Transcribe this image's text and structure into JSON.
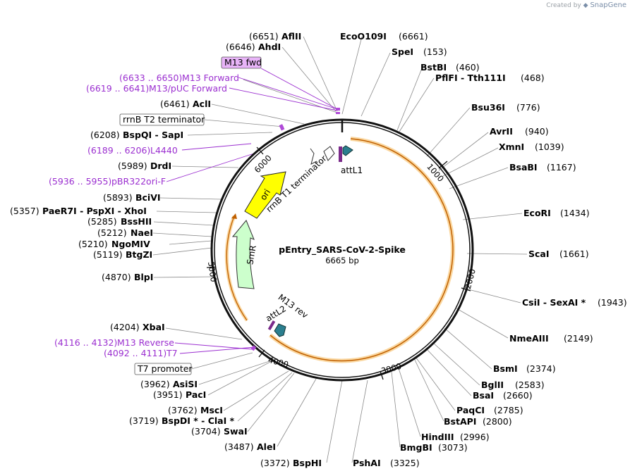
{
  "watermark": {
    "prefix": "Created by",
    "brand": "SnapGene"
  },
  "plasmid": {
    "name": "pEntry_SARS-CoV-2-Spike",
    "length_label": "6665 bp"
  },
  "ring_ticks": [
    "1000",
    "2000",
    "3000",
    "4000",
    "5000",
    "6000"
  ],
  "features": {
    "attL1": "attL1",
    "attL2": "attL2",
    "rrnB_T1": "rrnB T1 terminator",
    "ori": "ori",
    "SmR": "SmR",
    "M13_rev": "M13 rev"
  },
  "sites": [
    {
      "name": "EcoO109I",
      "pos": "(6661)"
    },
    {
      "name": "SpeI",
      "pos": "(153)"
    },
    {
      "name": "BstBI",
      "pos": "(460)"
    },
    {
      "name": "PflFI - Tth111I",
      "pos": "(468)"
    },
    {
      "name": "Bsu36I",
      "pos": "(776)"
    },
    {
      "name": "AvrII",
      "pos": "(940)"
    },
    {
      "name": "XmnI",
      "pos": "(1039)"
    },
    {
      "name": "BsaBI",
      "pos": "(1167)"
    },
    {
      "name": "EcoRI",
      "pos": "(1434)"
    },
    {
      "name": "ScaI",
      "pos": "(1661)"
    },
    {
      "name": "CsiI - SexAI *",
      "pos": "(1943)"
    },
    {
      "name": "NmeAIII",
      "pos": "(2149)"
    },
    {
      "name": "BsmI",
      "pos": "(2374)"
    },
    {
      "name": "BglII",
      "pos": "(2583)"
    },
    {
      "name": "BsaI",
      "pos": "(2660)"
    },
    {
      "name": "PaqCI",
      "pos": "(2785)"
    },
    {
      "name": "BstAPI",
      "pos": "(2800)"
    },
    {
      "name": "HindIII",
      "pos": "(2996)"
    },
    {
      "name": "BmgBI",
      "pos": "(3073)"
    },
    {
      "name": "PshAI",
      "pos": "(3325)"
    },
    {
      "name": "BspHI",
      "pos": "(3372)"
    },
    {
      "name": "AleI",
      "pos": "(3487)"
    },
    {
      "name": "SwaI",
      "pos": "(3704)"
    },
    {
      "name": "BspDI * - ClaI *",
      "pos": "(3719)"
    },
    {
      "name": "MscI",
      "pos": "(3762)"
    },
    {
      "name": "PacI",
      "pos": "(3951)"
    },
    {
      "name": "AsiSI",
      "pos": "(3962)"
    },
    {
      "name": "XbaI",
      "pos": "(4204)"
    },
    {
      "name": "BlpI",
      "pos": "(4870)"
    },
    {
      "name": "BtgZI",
      "pos": "(5119)"
    },
    {
      "name": "NgoMIV",
      "pos": "(5210)"
    },
    {
      "name": "NaeI",
      "pos": "(5212)"
    },
    {
      "name": "BssHII",
      "pos": "(5285)"
    },
    {
      "name": "PaeR7I - PspXI - XhoI",
      "pos": "(5357)"
    },
    {
      "name": "BciVI",
      "pos": "(5893)"
    },
    {
      "name": "DrdI",
      "pos": "(5989)"
    },
    {
      "name": "BspQI - SapI",
      "pos": "(6208)"
    },
    {
      "name": "AclI",
      "pos": "(6461)"
    },
    {
      "name": "AhdI",
      "pos": "(6646)"
    },
    {
      "name": "AflII",
      "pos": "(6651)"
    }
  ],
  "primers": [
    {
      "name": "M13 Forward",
      "range": "(6633 .. 6650)"
    },
    {
      "name": "M13/pUC Forward",
      "range": "(6619 .. 6641)"
    },
    {
      "name": "L4440",
      "range": "(6189 .. 6206)"
    },
    {
      "name": "pBR322ori-F",
      "range": "(5936 .. 5955)"
    },
    {
      "name": "M13 Reverse",
      "range": "(4116 .. 4132)"
    },
    {
      "name": "T7",
      "range": "(4092 .. 4111)"
    }
  ],
  "boxed": {
    "m13fwd": "M13 fwd",
    "rrnB_T2": "rrnB T2 terminator",
    "T7_promoter": "T7 promoter"
  },
  "colors": {
    "ring": "#111111",
    "cds_orange": "#f5b041",
    "ori_yellow": "#ffff00",
    "smr_green": "#ccffcc",
    "att_teal": "#2b7f8f",
    "primer_purple": "#9b2fd0",
    "m13fwd_fill": "#e8b4f8"
  }
}
